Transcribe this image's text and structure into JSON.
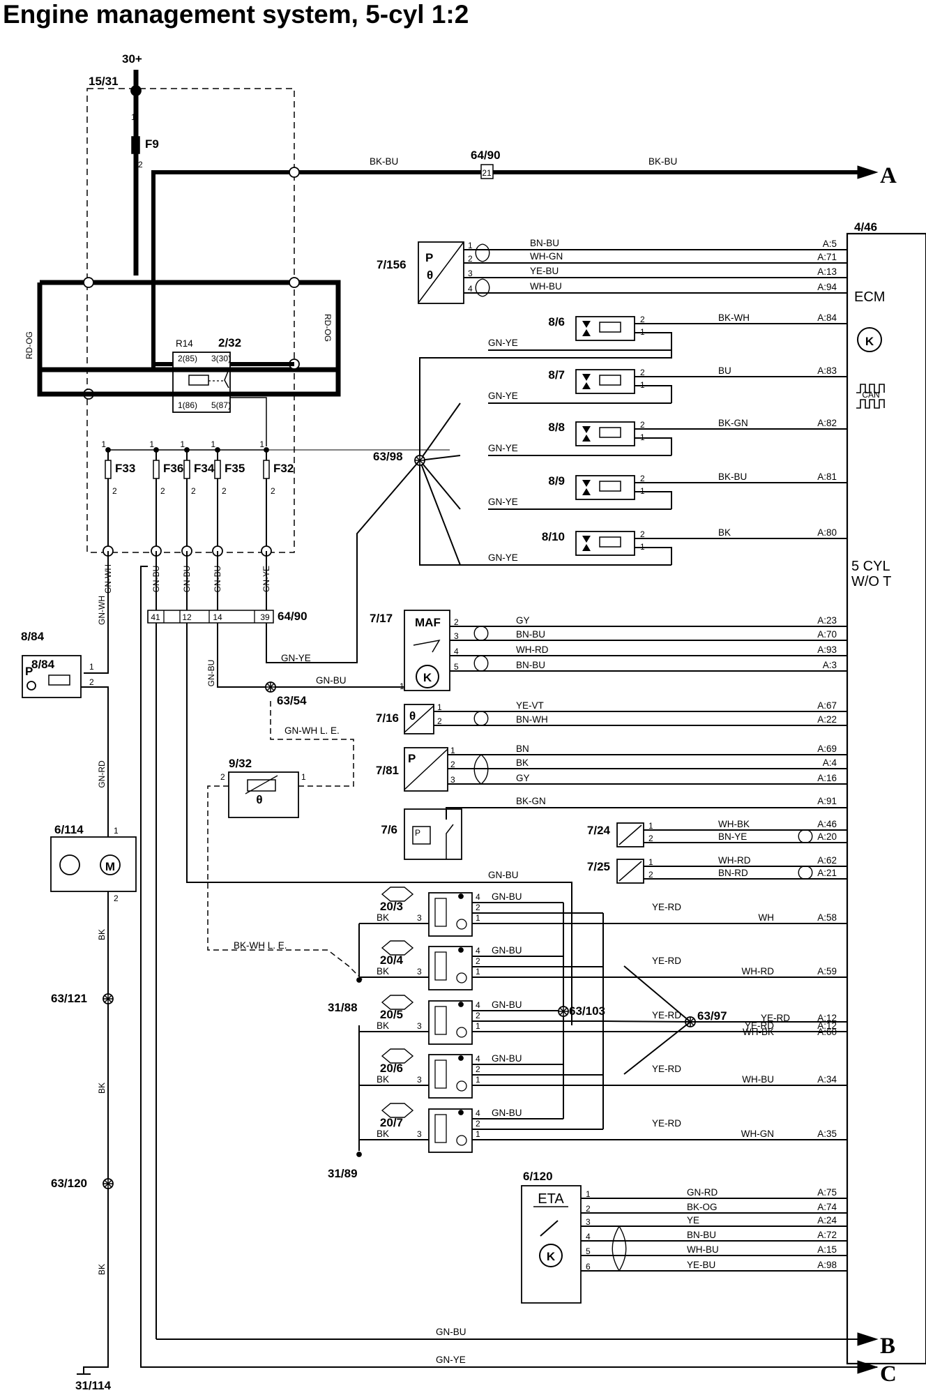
{
  "title": "Engine management system, 5-cyl 1:2",
  "supply": {
    "label": "30+",
    "relay_box": "15/31",
    "fuse_main": "F9",
    "relay": "R14",
    "relay_ref": "2/32",
    "relay_pins": [
      "2(85)",
      "3(30)",
      "1(86)",
      "5(87)"
    ],
    "harness_color": "RD-OG",
    "pin_1": "1",
    "pin_2": "2"
  },
  "fuses": [
    {
      "name": "F33",
      "wire": "GN-WH"
    },
    {
      "name": "F36",
      "wire": "GN-BU"
    },
    {
      "name": "F34",
      "wire": "GN-BU"
    },
    {
      "name": "F35",
      "wire": "GN-BU"
    },
    {
      "name": "F32",
      "wire": "GN-YE"
    }
  ],
  "connector_64_90": {
    "label": "64/90",
    "pins": [
      "41",
      "12",
      "14",
      "39"
    ],
    "inline_pin": "21"
  },
  "top_wire": "BK-BU",
  "outputs": {
    "a": "A",
    "b": "B",
    "c": "C",
    "b_wire": "GN-BU",
    "c_wire": "GN-YE"
  },
  "ecm": {
    "ref": "4/46",
    "label": "ECM",
    "can": "CAN",
    "variant_1": "5 CYL",
    "variant_2": "W/O T"
  },
  "map_sensor": {
    "ref": "7/156",
    "p": "P",
    "theta": "θ",
    "pins": [
      {
        "pin": "1",
        "wire": "BN-BU",
        "ecm": "A:5"
      },
      {
        "pin": "2",
        "wire": "WH-GN",
        "ecm": "A:71"
      },
      {
        "pin": "3",
        "wire": "YE-BU",
        "ecm": "A:13"
      },
      {
        "pin": "4",
        "wire": "WH-BU",
        "ecm": "A:94"
      }
    ]
  },
  "injectors": {
    "common_wire": "GN-YE",
    "splice": "63/98",
    "items": [
      {
        "ref": "8/6",
        "wire": "BK-WH",
        "ecm": "A:84"
      },
      {
        "ref": "8/7",
        "wire": "BU",
        "ecm": "A:83"
      },
      {
        "ref": "8/8",
        "wire": "BK-GN",
        "ecm": "A:82"
      },
      {
        "ref": "8/9",
        "wire": "BK-BU",
        "ecm": "A:81"
      },
      {
        "ref": "8/10",
        "wire": "BK",
        "ecm": "A:80"
      }
    ]
  },
  "maf": {
    "ref": "7/17",
    "label": "MAF",
    "supply_wire": "GN-BU",
    "splice": "63/54",
    "feed_wire": "GN-YE",
    "pins": [
      {
        "pin": "2",
        "wire": "GY",
        "ecm": "A:23"
      },
      {
        "pin": "3",
        "wire": "BN-BU",
        "ecm": "A:70"
      },
      {
        "pin": "4",
        "wire": "WH-RD",
        "ecm": "A:93"
      },
      {
        "pin": "5",
        "wire": "BN-BU",
        "ecm": "A:3"
      },
      {
        "pin": "1",
        "wire": "",
        "ecm": ""
      }
    ]
  },
  "coolant_sensor": {
    "ref": "7/16",
    "pins": [
      {
        "pin": "1",
        "wire": "YE-VT",
        "ecm": "A:67"
      },
      {
        "pin": "2",
        "wire": "BN-WH",
        "ecm": "A:22"
      }
    ]
  },
  "pressure_sensor": {
    "ref": "7/81",
    "pins": [
      {
        "pin": "1",
        "wire": "BN",
        "ecm": "A:69"
      },
      {
        "pin": "2",
        "wire": "BK",
        "ecm": "A:4"
      },
      {
        "pin": "3",
        "wire": "GY",
        "ecm": "A:16"
      }
    ]
  },
  "switch_7_6": {
    "ref": "7/6",
    "wire": "BK-GN",
    "ecm": "A:91"
  },
  "knock_1": {
    "ref": "7/24",
    "pins": [
      {
        "pin": "1",
        "wire": "WH-BK",
        "ecm": "A:46"
      },
      {
        "pin": "2",
        "wire": "BN-YE",
        "ecm": "A:20"
      }
    ]
  },
  "knock_2": {
    "ref": "7/25",
    "pins": [
      {
        "pin": "1",
        "wire": "WH-RD",
        "ecm": "A:62"
      },
      {
        "pin": "2",
        "wire": "BN-RD",
        "ecm": "A:21"
      }
    ]
  },
  "fan_relay": {
    "ref": "8/84",
    "p": "P",
    "pin_1": "1",
    "pin_2": "2",
    "wire": "GN-RD"
  },
  "heater": {
    "ref": "9/32",
    "wire_le": "GN-WH   L. E.",
    "pin_1": "1",
    "pin_2": "2"
  },
  "motor": {
    "ref": "6/114",
    "m": "M",
    "wire": "BK",
    "pin_1": "1",
    "pin_2": "2",
    "splice_1": "63/121",
    "splice_2": "63/120",
    "ground": "31/114"
  },
  "coils": {
    "supply_wire": "GN-BU",
    "common": "YE-RD",
    "gnd_wire": "BK",
    "le_wire": "BK-WH   L. E.",
    "splice_a": "63/103",
    "splice_b": "63/97",
    "ground_1": "31/88",
    "ground_2": "31/89",
    "items": [
      {
        "ref": "20/3",
        "wire": "WH",
        "ecm": "A:58"
      },
      {
        "ref": "20/4",
        "wire": "WH-RD",
        "ecm": "A:59"
      },
      {
        "ref": "20/5",
        "wire": "YE-RD",
        "ecm": "A:12",
        "wire2": "WH-BK",
        "ecm2": "A:60"
      },
      {
        "ref": "20/6",
        "wire": "WH-BU",
        "ecm": "A:34"
      },
      {
        "ref": "20/7",
        "wire": "WH-GN",
        "ecm": "A:35"
      }
    ]
  },
  "eta": {
    "ref": "6/120",
    "label": "ETA",
    "pins": [
      {
        "pin": "1",
        "wire": "GN-RD",
        "ecm": "A:75"
      },
      {
        "pin": "2",
        "wire": "BK-OG",
        "ecm": "A:74"
      },
      {
        "pin": "3",
        "wire": "YE",
        "ecm": "A:24"
      },
      {
        "pin": "4",
        "wire": "BN-BU",
        "ecm": "A:72"
      },
      {
        "pin": "5",
        "wire": "WH-BU",
        "ecm": "A:15"
      },
      {
        "pin": "6",
        "wire": "YE-BU",
        "ecm": "A:98"
      }
    ]
  }
}
